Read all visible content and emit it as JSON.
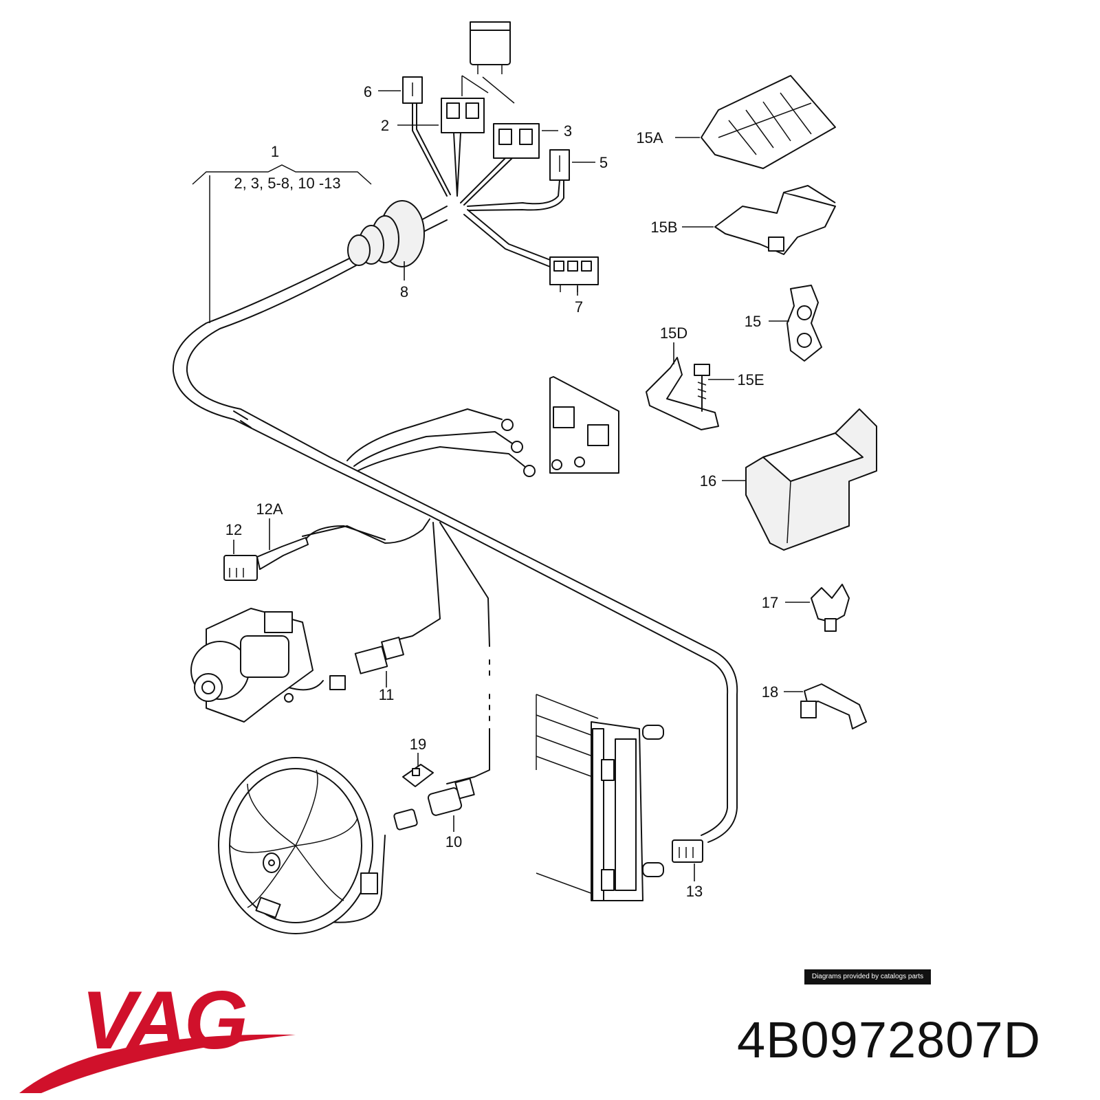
{
  "assembly": {
    "label": "1",
    "includes": "2, 3, 5-8, 10 -13"
  },
  "callouts": [
    {
      "id": "c2",
      "label": "2"
    },
    {
      "id": "c3",
      "label": "3"
    },
    {
      "id": "c5",
      "label": "5"
    },
    {
      "id": "c6",
      "label": "6"
    },
    {
      "id": "c7",
      "label": "7"
    },
    {
      "id": "c8",
      "label": "8"
    },
    {
      "id": "c10",
      "label": "10"
    },
    {
      "id": "c11",
      "label": "11"
    },
    {
      "id": "c12",
      "label": "12"
    },
    {
      "id": "c12a",
      "label": "12A"
    },
    {
      "id": "c13",
      "label": "13"
    },
    {
      "id": "c15",
      "label": "15"
    },
    {
      "id": "c15a",
      "label": "15A"
    },
    {
      "id": "c15b",
      "label": "15B"
    },
    {
      "id": "c15d",
      "label": "15D"
    },
    {
      "id": "c15e",
      "label": "15E"
    },
    {
      "id": "c16",
      "label": "16"
    },
    {
      "id": "c17",
      "label": "17"
    },
    {
      "id": "c18",
      "label": "18"
    },
    {
      "id": "c19",
      "label": "19"
    }
  ],
  "footer": {
    "credit": "Diagrams provided by catalogs parts",
    "brand": "VAG",
    "part_number": "4B0972807D",
    "brand_color": "#d0112b"
  }
}
